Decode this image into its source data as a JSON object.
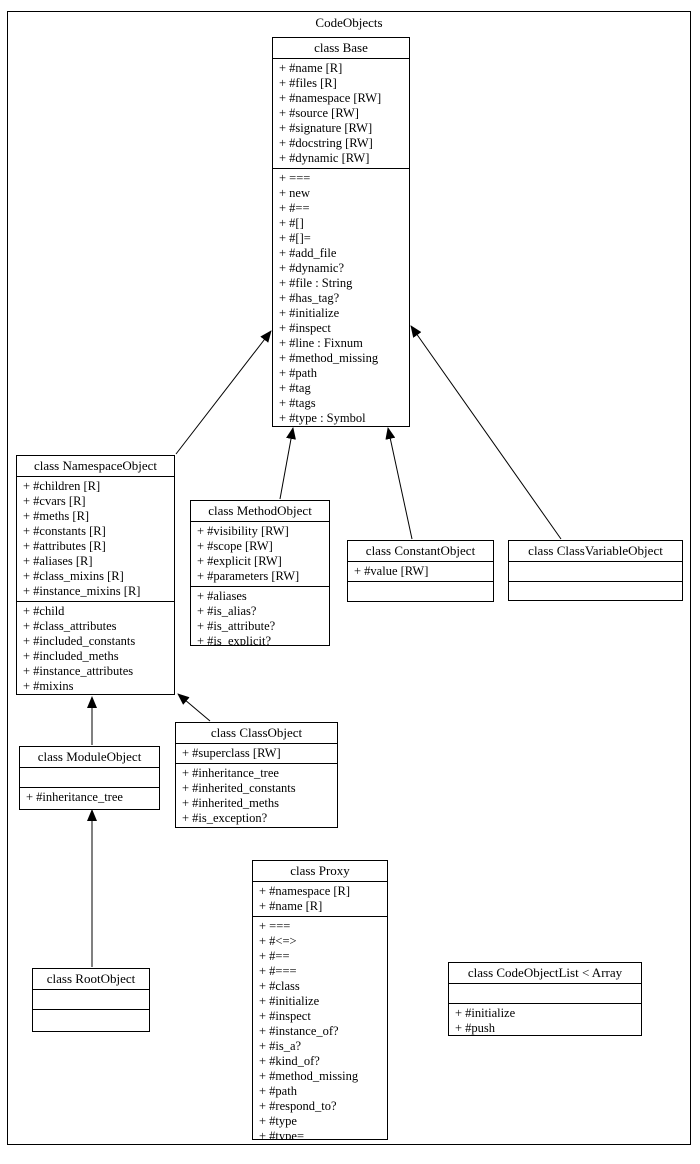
{
  "diagram": {
    "title": "CodeObjects",
    "classes": [
      {
        "name": "Base",
        "title": "class Base",
        "attributes": [
          "+ #name [R]",
          "+ #files [R]",
          "+ #namespace [RW]",
          "+ #source [RW]",
          "+ #signature [RW]",
          "+ #docstring [RW]",
          "+ #dynamic [RW]"
        ],
        "methods": [
          "+ ===",
          "+ new",
          "+ #==",
          "+ #[]",
          "+ #[]=",
          "+ #add_file",
          "+ #dynamic?",
          "+ #file : String",
          "+ #has_tag?",
          "+ #initialize",
          "+ #inspect",
          "+ #line : Fixnum",
          "+ #method_missing",
          "+ #path",
          "+ #tag",
          "+ #tags",
          "+ #type : Symbol"
        ]
      },
      {
        "name": "NamespaceObject",
        "title": "class NamespaceObject",
        "attributes": [
          "+ #children [R]",
          "+ #cvars [R]",
          "+ #meths [R]",
          "+ #constants [R]",
          "+ #attributes [R]",
          "+ #aliases [R]",
          "+ #class_mixins [R]",
          "+ #instance_mixins [R]"
        ],
        "methods": [
          "+ #child",
          "+ #class_attributes",
          "+ #included_constants",
          "+ #included_meths",
          "+ #instance_attributes",
          "+ #mixins"
        ]
      },
      {
        "name": "MethodObject",
        "title": "class MethodObject",
        "attributes": [
          "+ #visibility [RW]",
          "+ #scope [RW]",
          "+ #explicit [RW]",
          "+ #parameters [RW]"
        ],
        "methods": [
          "+ #aliases",
          "+ #is_alias?",
          "+ #is_attribute?",
          "+ #is_explicit?"
        ]
      },
      {
        "name": "ConstantObject",
        "title": "class ConstantObject",
        "attributes": [
          "+ #value [RW]"
        ],
        "methods": []
      },
      {
        "name": "ClassVariableObject",
        "title": "class ClassVariableObject",
        "attributes": [],
        "methods": []
      },
      {
        "name": "ClassObject",
        "title": "class ClassObject",
        "attributes": [
          "+ #superclass [RW]"
        ],
        "methods": [
          "+ #inheritance_tree",
          "+ #inherited_constants",
          "+ #inherited_meths",
          "+ #is_exception?"
        ]
      },
      {
        "name": "ModuleObject",
        "title": "class ModuleObject",
        "attributes": [],
        "methods": [
          "+ #inheritance_tree"
        ]
      },
      {
        "name": "RootObject",
        "title": "class RootObject",
        "attributes": [],
        "methods": []
      },
      {
        "name": "Proxy",
        "title": "class Proxy",
        "attributes": [
          "+ #namespace [R]",
          "+ #name [R]"
        ],
        "methods": [
          "+ ===",
          "+ #<=>",
          "+ #==",
          "+ #===",
          "+ #class",
          "+ #initialize",
          "+ #inspect",
          "+ #instance_of?",
          "+ #is_a?",
          "+ #kind_of?",
          "+ #method_missing",
          "+ #path",
          "+ #respond_to?",
          "+ #type",
          "+ #type="
        ]
      },
      {
        "name": "CodeObjectList",
        "title": "class CodeObjectList < Array",
        "attributes": [],
        "methods": [
          "+ #initialize",
          "+ #push"
        ]
      }
    ],
    "edges": [
      {
        "from": "NamespaceObject",
        "to": "Base"
      },
      {
        "from": "MethodObject",
        "to": "Base"
      },
      {
        "from": "ConstantObject",
        "to": "Base"
      },
      {
        "from": "ClassVariableObject",
        "to": "Base"
      },
      {
        "from": "ModuleObject",
        "to": "NamespaceObject"
      },
      {
        "from": "ClassObject",
        "to": "NamespaceObject"
      },
      {
        "from": "RootObject",
        "to": "ModuleObject"
      }
    ],
    "colors": {
      "line": "#000000",
      "background": "#ffffff"
    }
  }
}
